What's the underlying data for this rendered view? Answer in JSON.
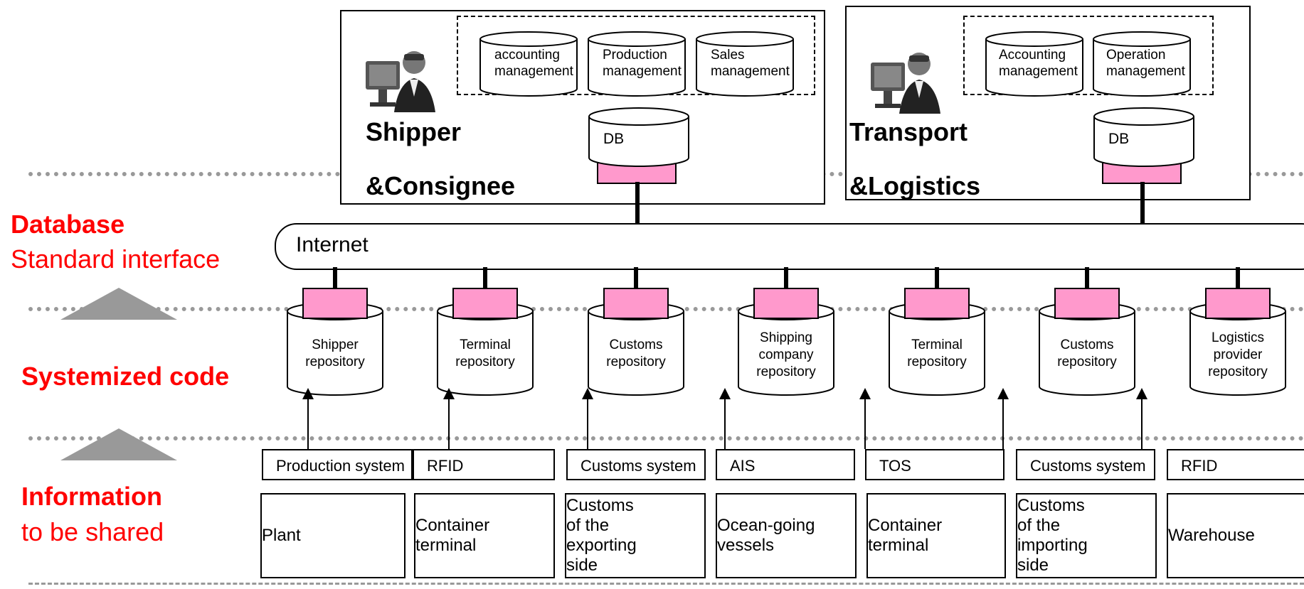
{
  "colors": {
    "accent_red": "#ff0000",
    "db_pink": "#ff99cc",
    "guide_gray": "#999999"
  },
  "left_labels": {
    "database_bold": "Database",
    "database_sub": "Standard interface",
    "code_bold": "Systemized code",
    "info_bold": "Information",
    "info_sub": "to be shared"
  },
  "shipper": {
    "title_line1": "Shipper",
    "title_line2": "&Consignee",
    "icon": "computer-user-icon",
    "apps": [
      {
        "line1": "accounting",
        "line2": "management"
      },
      {
        "line1": "Production",
        "line2": "management"
      },
      {
        "line1": "Sales",
        "line2": "management"
      }
    ],
    "db_label": "DB"
  },
  "transport": {
    "title_line1": "Transport",
    "title_line2": "&Logistics",
    "icon": "computer-user-icon",
    "apps": [
      {
        "line1": "Accounting",
        "line2": "management"
      },
      {
        "line1": "Operation",
        "line2": "management"
      }
    ],
    "db_label": "DB"
  },
  "internet_label": "Internet",
  "repositories": [
    "Shipper\nrepository",
    "Terminal\nrepository",
    "Customs\nrepository",
    "Shipping\ncompany\nrepository",
    "Terminal\nrepository",
    "Customs\nrepository",
    "Logistics\nprovider\nrepository"
  ],
  "systems": [
    "Production system",
    "RFID",
    "Customs system",
    "AIS",
    "TOS",
    "Customs system",
    "RFID"
  ],
  "places": [
    "Plant",
    "Container\nterminal",
    "Customs\nof the\nexporting\nside",
    "Ocean-going\nvessels",
    "Container\nterminal",
    "Customs\nof the\nimporting\n side",
    "Warehouse"
  ]
}
